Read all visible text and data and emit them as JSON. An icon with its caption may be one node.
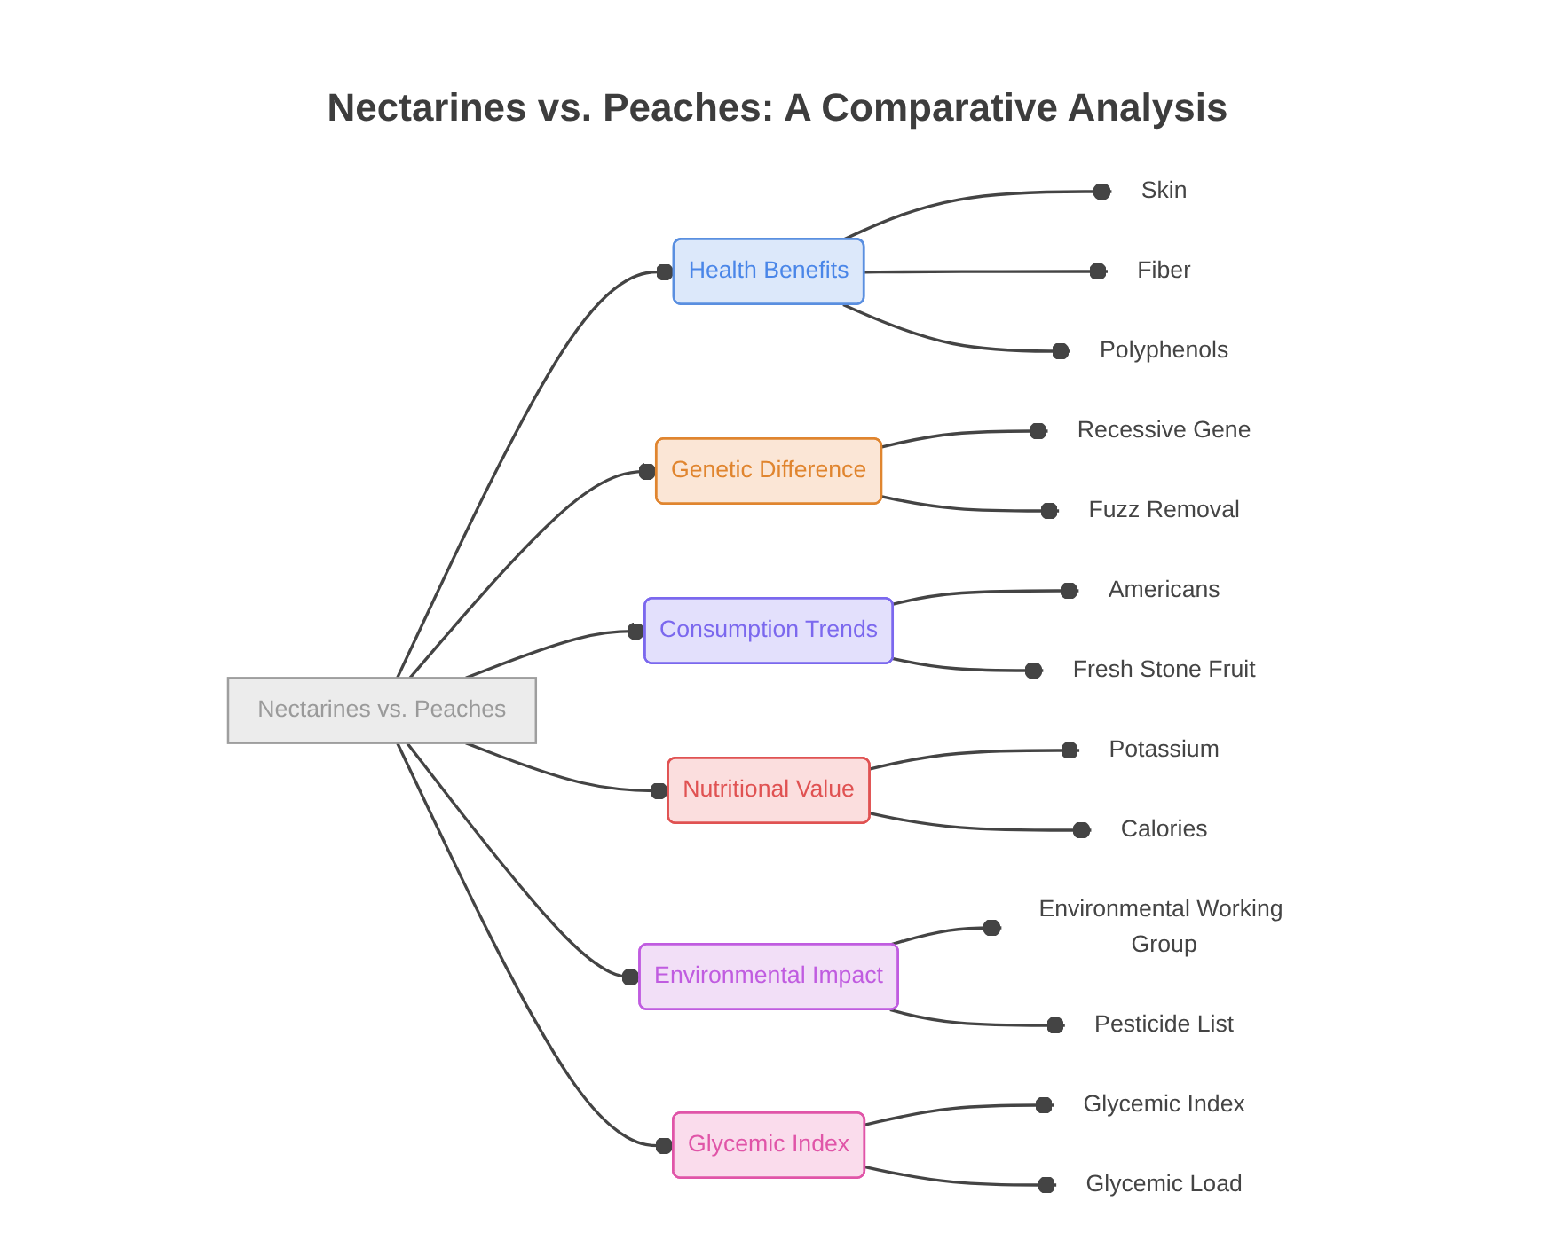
{
  "diagram": {
    "title": "Nectarines vs. Peaches: A Comparative Analysis",
    "nodes": [
      {
        "text": [
          "Nectarines vs. Peaches"
        ]
      },
      {
        "text": [
          "Health Benefits"
        ]
      },
      {
        "text": [
          "Skin"
        ]
      },
      {
        "text": [
          "Fiber"
        ]
      },
      {
        "text": [
          "Polyphenols"
        ]
      },
      {
        "text": [
          "Genetic Difference"
        ]
      },
      {
        "text": [
          "Recessive Gene"
        ]
      },
      {
        "text": [
          "Fuzz Removal"
        ]
      },
      {
        "text": [
          "Consumption Trends"
        ]
      },
      {
        "text": [
          "Americans"
        ]
      },
      {
        "text": [
          "Fresh Stone Fruit"
        ]
      },
      {
        "text": [
          "Nutritional Value"
        ]
      },
      {
        "text": [
          "Potassium"
        ]
      },
      {
        "text": [
          "Calories"
        ]
      },
      {
        "text": [
          "Environmental Impact"
        ]
      },
      {
        "text": [
          "Environmental Working Group"
        ]
      },
      {
        "text": [
          "Pesticide List"
        ]
      },
      {
        "text": [
          "Glycemic Index"
        ]
      },
      {
        "text": [
          "Glycemic Index"
        ]
      },
      {
        "text": [
          "Glycemic Load"
        ]
      }
    ],
    "edges": [
      {
        "from": 0,
        "to": 1,
        "arrow": "other"
      },
      {
        "from": 1,
        "to": 2,
        "arrow": "other"
      },
      {
        "from": 1,
        "to": 3,
        "arrow": "other"
      },
      {
        "from": 1,
        "to": 4,
        "arrow": "other"
      },
      {
        "from": 0,
        "to": 5,
        "arrow": "other"
      },
      {
        "from": 5,
        "to": 6,
        "arrow": "other"
      },
      {
        "from": 5,
        "to": 7,
        "arrow": "other"
      },
      {
        "from": 0,
        "to": 8,
        "arrow": "other"
      },
      {
        "from": 8,
        "to": 9,
        "arrow": "other"
      },
      {
        "from": 8,
        "to": 10,
        "arrow": "other"
      },
      {
        "from": 0,
        "to": 11,
        "arrow": "other"
      },
      {
        "from": 11,
        "to": 12,
        "arrow": "other"
      },
      {
        "from": 11,
        "to": 13,
        "arrow": "other"
      },
      {
        "from": 0,
        "to": 14,
        "arrow": "other"
      },
      {
        "from": 14,
        "to": 15,
        "arrow": "other"
      },
      {
        "from": 14,
        "to": 16,
        "arrow": "other"
      },
      {
        "from": 0,
        "to": 17,
        "arrow": "other"
      },
      {
        "from": 17,
        "to": 18,
        "arrow": "other"
      },
      {
        "from": 17,
        "to": 19,
        "arrow": "other"
      }
    ]
  }
}
